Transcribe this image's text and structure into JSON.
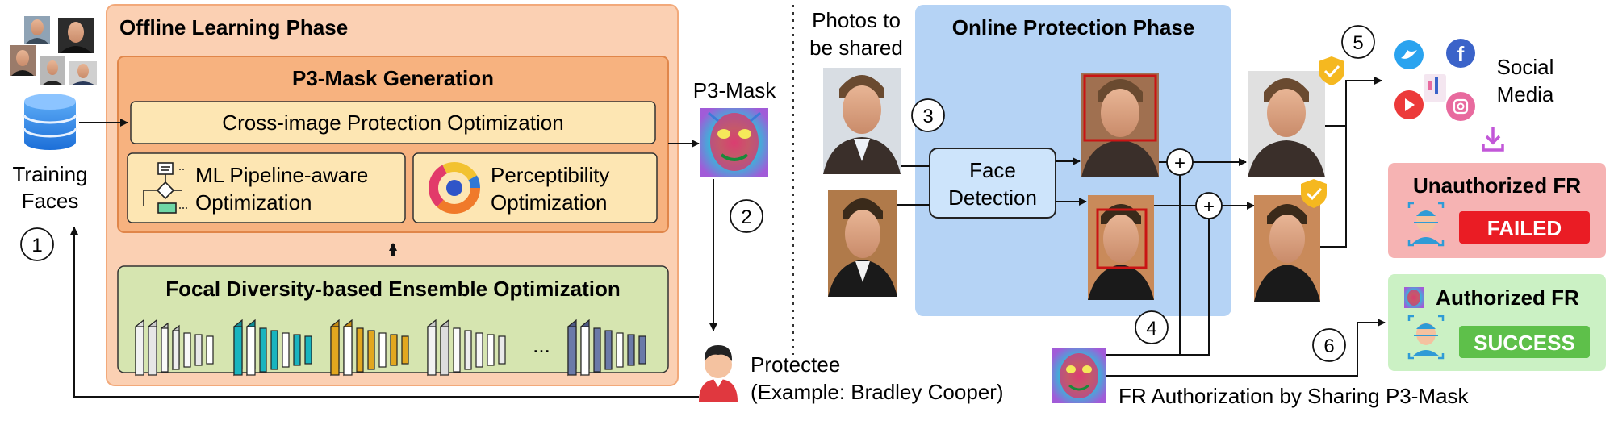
{
  "offline": {
    "title": "Offline Learning Phase",
    "mask_generation_title": "P3-Mask Generation",
    "cross_image": "Cross-image Protection Optimization",
    "ml_pipeline_line1": "ML Pipeline-aware",
    "ml_pipeline_line2": "Optimization",
    "perceptibility_line1": "Perceptibility",
    "perceptibility_line2": "Optimization",
    "ensemble_title": "Focal Diversity-based Ensemble Optimization",
    "ensemble_ellipsis": "...",
    "training_line1": "Training",
    "training_line2": "Faces"
  },
  "p3mask_label": "P3-Mask",
  "online": {
    "title": "Online Protection Phase",
    "photos_line1": "Photos to",
    "photos_line2": "be shared",
    "face_detection_line1": "Face",
    "face_detection_line2": "Detection"
  },
  "social_media_line1": "Social",
  "social_media_line2": "Media",
  "unauthorized": {
    "title": "Unauthorized FR",
    "badge": "FAILED"
  },
  "authorized": {
    "title": "Authorized FR",
    "badge": "SUCCESS"
  },
  "protectee_line1": "Protectee",
  "protectee_line2": "(Example: Bradley Cooper)",
  "fr_authorization": "FR Authorization by Sharing P3-Mask",
  "steps": [
    "1",
    "2",
    "3",
    "4",
    "5",
    "6"
  ],
  "plus": "+",
  "colors": {
    "offline_bg": "#fbd0b3",
    "offline_border": "#f2a97a",
    "mask_gen_bg": "#f7b27f",
    "mask_gen_border": "#e0864a",
    "option_bg": "#fde6b3",
    "ensemble_bg": "#d6e5b0",
    "online_bg": "#b5d3f5",
    "face_det_bg": "#cde4fb",
    "unauth_bg": "#f6b3b3",
    "failed_red": "#ea1c24",
    "auth_bg": "#cbf1c4",
    "success_green": "#5ec04a",
    "face_box_red": "#c91414"
  }
}
